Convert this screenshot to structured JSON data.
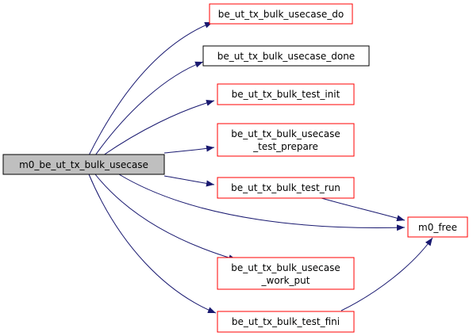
{
  "colors": {
    "background": "#ffffff",
    "root_fill": "#bfbfbf",
    "root_stroke": "#000000",
    "link_stroke": "#ff0000",
    "plain_stroke": "#000000",
    "edge": "#191970"
  },
  "nodes": {
    "root": {
      "lines": [
        "m0_be_ut_tx_bulk_usecase"
      ]
    },
    "usecase_do": {
      "lines": [
        "be_ut_tx_bulk_usecase_do"
      ]
    },
    "usecase_done": {
      "lines": [
        "be_ut_tx_bulk_usecase_done"
      ]
    },
    "test_init": {
      "lines": [
        "be_ut_tx_bulk_test_init"
      ]
    },
    "test_prepare": {
      "lines": [
        "be_ut_tx_bulk_usecase",
        "_test_prepare"
      ]
    },
    "test_run": {
      "lines": [
        "be_ut_tx_bulk_test_run"
      ]
    },
    "m0_free": {
      "lines": [
        "m0_free"
      ]
    },
    "work_put": {
      "lines": [
        "be_ut_tx_bulk_usecase",
        "_work_put"
      ]
    },
    "test_fini": {
      "lines": [
        "be_ut_tx_bulk_test_fini"
      ]
    }
  }
}
